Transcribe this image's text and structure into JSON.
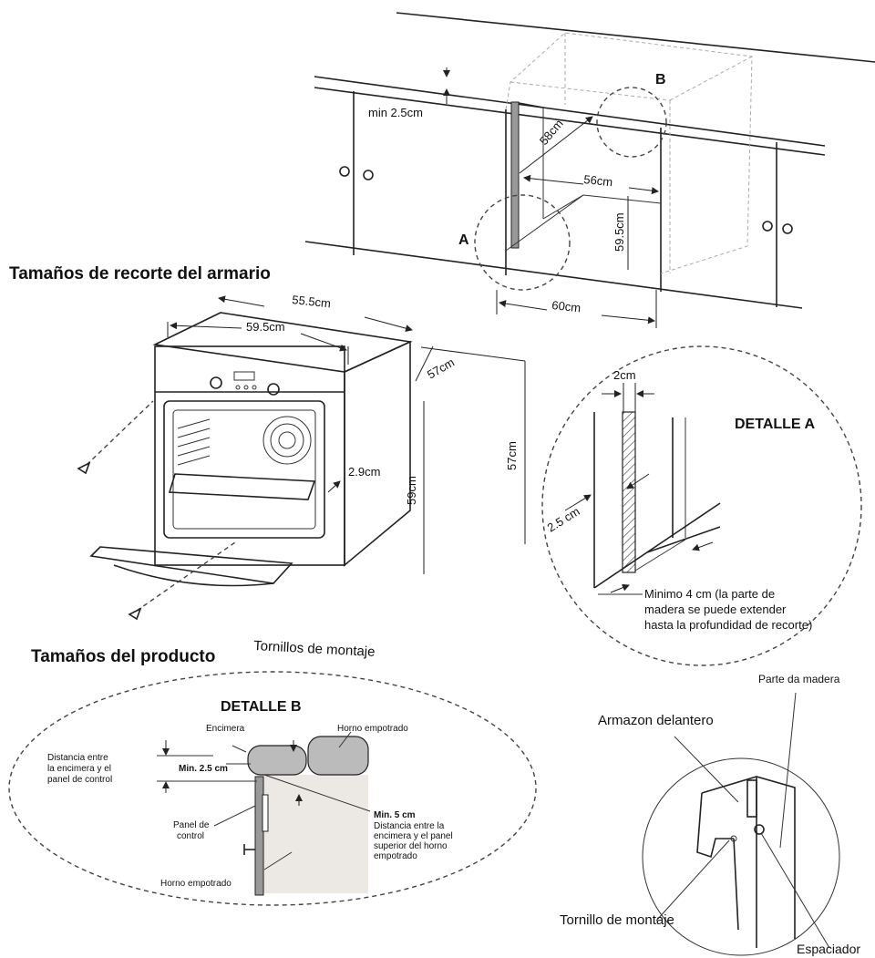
{
  "cabinet": {
    "title": "Tamaños de recorte del armario",
    "min_gap": "min 2.5cm",
    "depth": "58cm",
    "inner_width": "56cm",
    "height": "59.5cm",
    "width": "60cm",
    "marker_a": "A",
    "marker_b": "B"
  },
  "product": {
    "title": "Tamaños del producto",
    "top_depth": "55.5cm",
    "front_width": "59.5cm",
    "side_depth": "57cm",
    "side_height": "57cm",
    "door_gap": "2.9cm",
    "front_height": "59cm",
    "screws_label": "Tornillos de montaje"
  },
  "detail_a": {
    "title": "DETALLE A",
    "wood_width": "2cm",
    "offset": "2.5 cm",
    "note_line1": "Minimo 4 cm (la parte de",
    "note_line2": "madera se puede extender",
    "note_line3": "hasta la profundidad de recorte)"
  },
  "detail_b": {
    "title": "DETALLE B",
    "worktop": "Encimera",
    "built_in_oven_top": "Horno empotrado",
    "distance_line1": "Distancia entre",
    "distance_line2": "la encimera y el",
    "distance_line3": "panel de control",
    "min_25": "Min. 2.5 cm",
    "panel_line1": "Panel de",
    "panel_line2": "control",
    "min_5": "Min. 5 cm",
    "min5_line1": "Distancia entre la",
    "min5_line2": "encimera y el panel",
    "min5_line3": "superior del horno",
    "min5_line4": "empotrado",
    "built_in_oven_bottom": "Horno empotrado"
  },
  "mount_detail": {
    "wood_part": "Parte da madera",
    "front_frame": "Armazon delantero",
    "mount_screw": "Tornillo de montaje",
    "spacer": "Espaciador"
  }
}
